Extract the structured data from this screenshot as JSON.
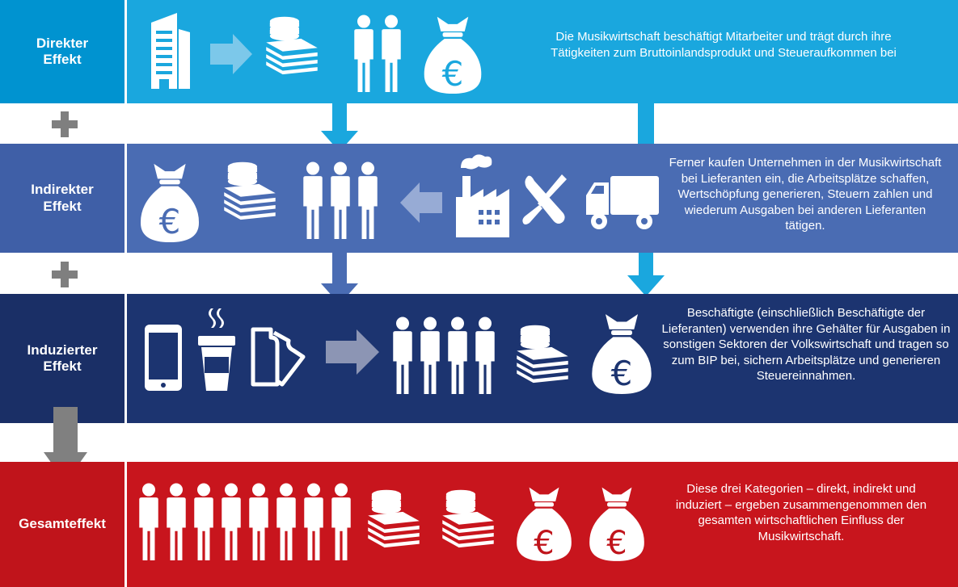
{
  "rows": [
    {
      "label_line1": "Direkter",
      "label_line2": "Effekt",
      "description": "Die Musikwirtschaft beschäftigt Mitarbeiter und trägt durch ihre Tätigkeiten zum Bruttoinlandsprodukt und Steueraufkommen bei",
      "label_color": "#0093d0",
      "content_color": "#1aa7de"
    },
    {
      "label_line1": "Indirekter",
      "label_line2": "Effekt",
      "description": "Ferner kaufen Unternehmen in der Musikwirtschaft bei Lieferanten ein, die Arbeitsplätze schaffen, Wertschöpfung generieren, Steuern zahlen und wiederum Ausgaben bei anderen Lieferanten tätigen.",
      "label_color": "#3f5fa7",
      "content_color": "#4a6cb3"
    },
    {
      "label_line1": "Induzierter",
      "label_line2": "Effekt",
      "description": "Beschäftigte (einschließlich Beschäftigte der Lieferanten) verwenden ihre Gehälter für Ausgaben in sonstigen Sektoren der Volkswirtschaft und tragen so zum BIP bei, sichern Arbeitsplätze und generieren Steuereinnahmen.",
      "label_color": "#1a2f66",
      "content_color": "#1c3470"
    },
    {
      "label_line1": "Gesamteffekt",
      "label_line2": "",
      "description": "Diese drei Kategorien – direkt, indirekt und induziert – ergeben zusammengenommen den gesamten wirtschaftlichen Einfluss der Musikwirtschaft.",
      "label_color": "#c0141b",
      "content_color": "#c8151d"
    }
  ],
  "operators": [
    "+",
    "+"
  ],
  "currency_symbol": "€",
  "colors": {
    "euro_blue": "#1aa7de",
    "euro_dark": "#1c3470",
    "euro_red": "#c0141b",
    "plus_gray": "#7f7f7f",
    "arrow_gray": "#808080"
  },
  "icons": [
    "building-icon",
    "arrow-right-icon",
    "money-stack-icon",
    "people-icon",
    "money-bag-icon",
    "factory-icon",
    "tools-icon",
    "truck-icon",
    "phone-icon",
    "coffee-cup-icon",
    "ticket-icon"
  ]
}
